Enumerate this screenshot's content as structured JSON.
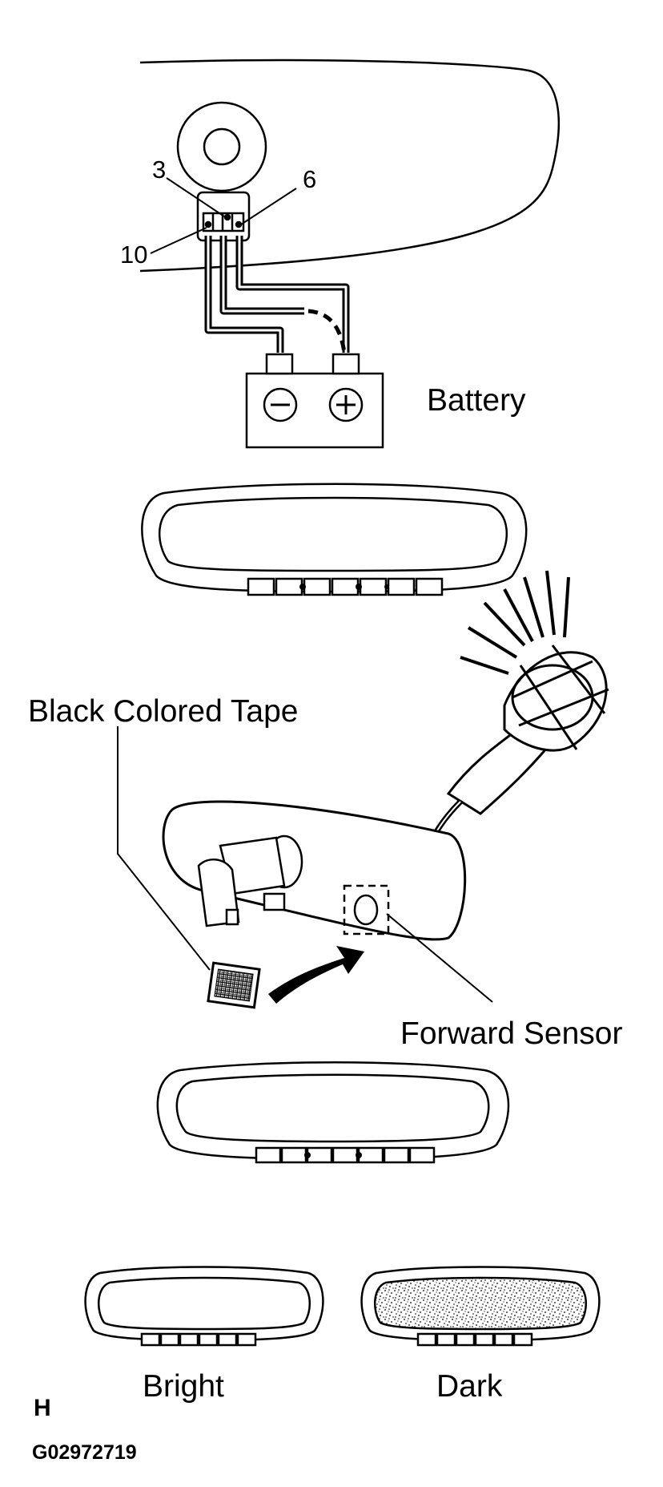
{
  "labels": {
    "pin_3": "3",
    "pin_6": "6",
    "pin_10": "10",
    "battery": "Battery",
    "black_tape": "Black Colored Tape",
    "forward_sensor": "Forward Sensor",
    "bright": "Bright",
    "dark": "Dark",
    "figure_letter": "H",
    "figure_code": "G02972719"
  },
  "battery_terminals": {
    "negative_symbol": "−",
    "positive_symbol": "+"
  },
  "mirror_states": [
    "bright",
    "dark"
  ]
}
